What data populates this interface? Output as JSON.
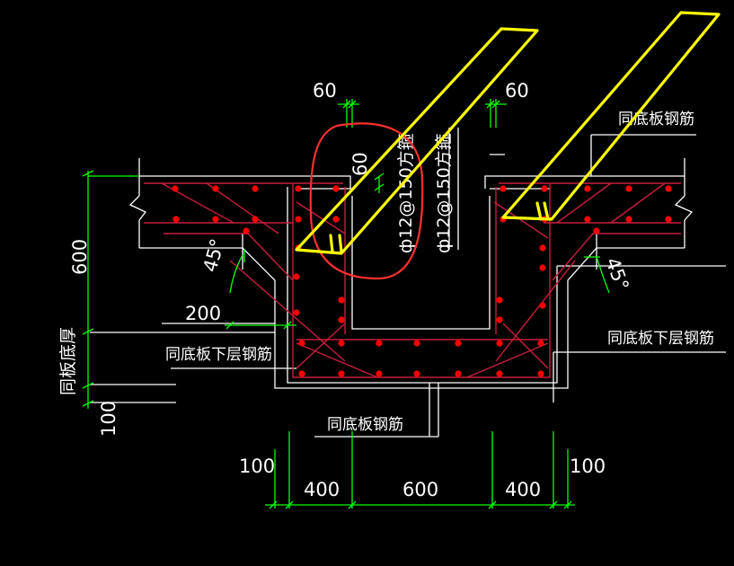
{
  "colors": {
    "background": "#000000",
    "outline": "#ffffff",
    "rebar": "#c81e3c",
    "rebar_dot": "#ff0000",
    "dimension": "#00ff00",
    "highlight_yellow": "#ffff00",
    "highlight_red": "#ff3030"
  },
  "dimensions": {
    "top_left": "60",
    "top_right": "60",
    "side_top_60": "60",
    "left_height": "600",
    "left_thickness_label": "同板底厚",
    "left_bottom": "100",
    "offset_200": "200",
    "bottom_100_left": "100",
    "bottom_400_left": "400",
    "bottom_600": "600",
    "bottom_400_right": "400",
    "bottom_100_right": "100",
    "angle_left": "45°",
    "angle_right": "45°"
  },
  "labels": {
    "rebar_left": "ф12@150方箍",
    "rebar_right": "ф12@150方箍",
    "top_right_note": "同底板钢筋",
    "lower_left_note": "同底板下层钢筋",
    "lower_right_note": "同底板下层钢筋",
    "bottom_note": "同底板钢筋"
  }
}
